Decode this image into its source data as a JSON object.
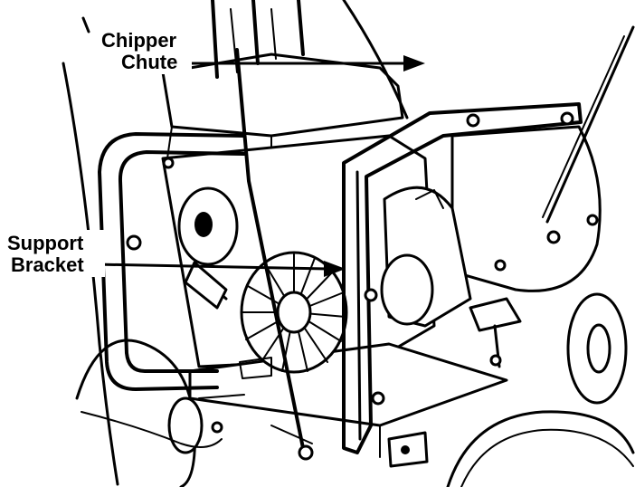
{
  "callouts": {
    "chipper_chute": {
      "line1": "Chipper",
      "line2": "Chute"
    },
    "support_bracket": {
      "line1": "Support",
      "line2": "Bracket"
    }
  },
  "colors": {
    "ink": "#000000",
    "paper": "#ffffff"
  }
}
